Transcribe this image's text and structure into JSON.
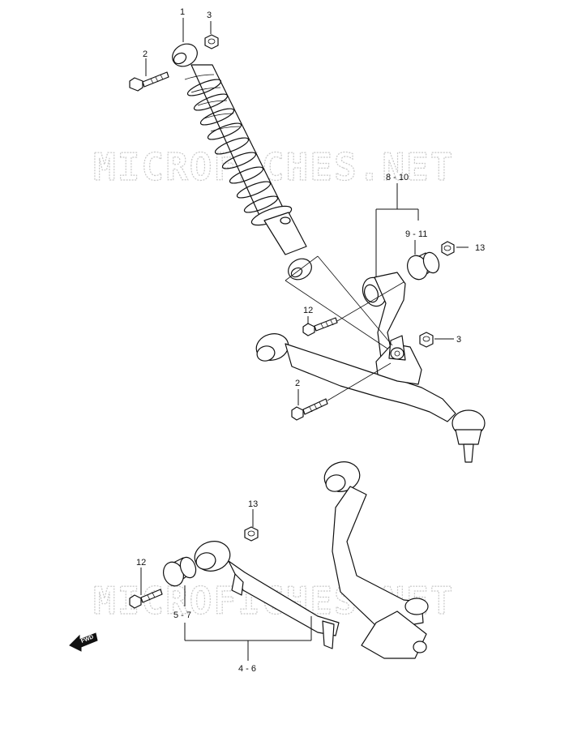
{
  "watermark": {
    "text": "MICROFICHES.NET"
  },
  "fwd_marker": {
    "text": "FWD"
  },
  "callouts": {
    "shock_absorber": "1",
    "bolt_top": "2",
    "nut_top": "3",
    "part_8_10": "8 - 10",
    "part_9_11": "9 - 11",
    "nut_13_upper": "13",
    "bolt_12_mid": "12",
    "nut_3_mid": "3",
    "bolt_2_lower": "2",
    "nut_13_lower": "13",
    "bolt_12_lower": "12",
    "part_5_7": "5 - 7",
    "part_4_6": "4 - 6"
  }
}
